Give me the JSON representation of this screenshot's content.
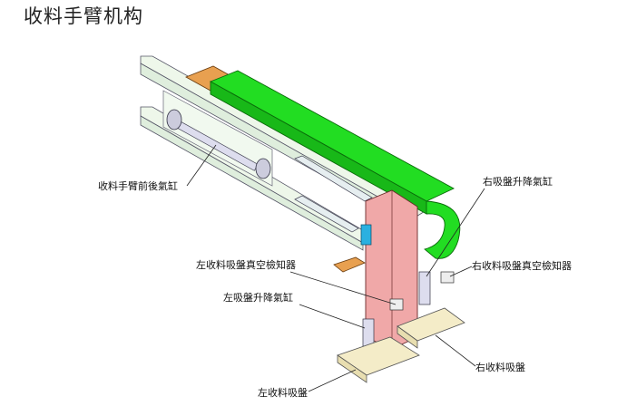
{
  "title": "收料手臂机构",
  "labels": {
    "front_back_cylinder": "收料手臂前後氣缸",
    "right_lift_cylinder": "右吸盤升降氣缸",
    "left_vacuum_detector": "左收料吸盤真空檢知器",
    "right_vacuum_detector": "右收料吸盤真空檢知器",
    "left_lift_cylinder": "左吸盤升降氣缸",
    "right_suction": "右收料吸盤",
    "left_suction": "左收料吸盤"
  },
  "colors": {
    "belt": "#22dd22",
    "orange_plate": "#e8a050",
    "pink_plate": "#f0a8a8",
    "frame": "#e8f4e4",
    "blue_sensor": "#2ab0e0"
  }
}
